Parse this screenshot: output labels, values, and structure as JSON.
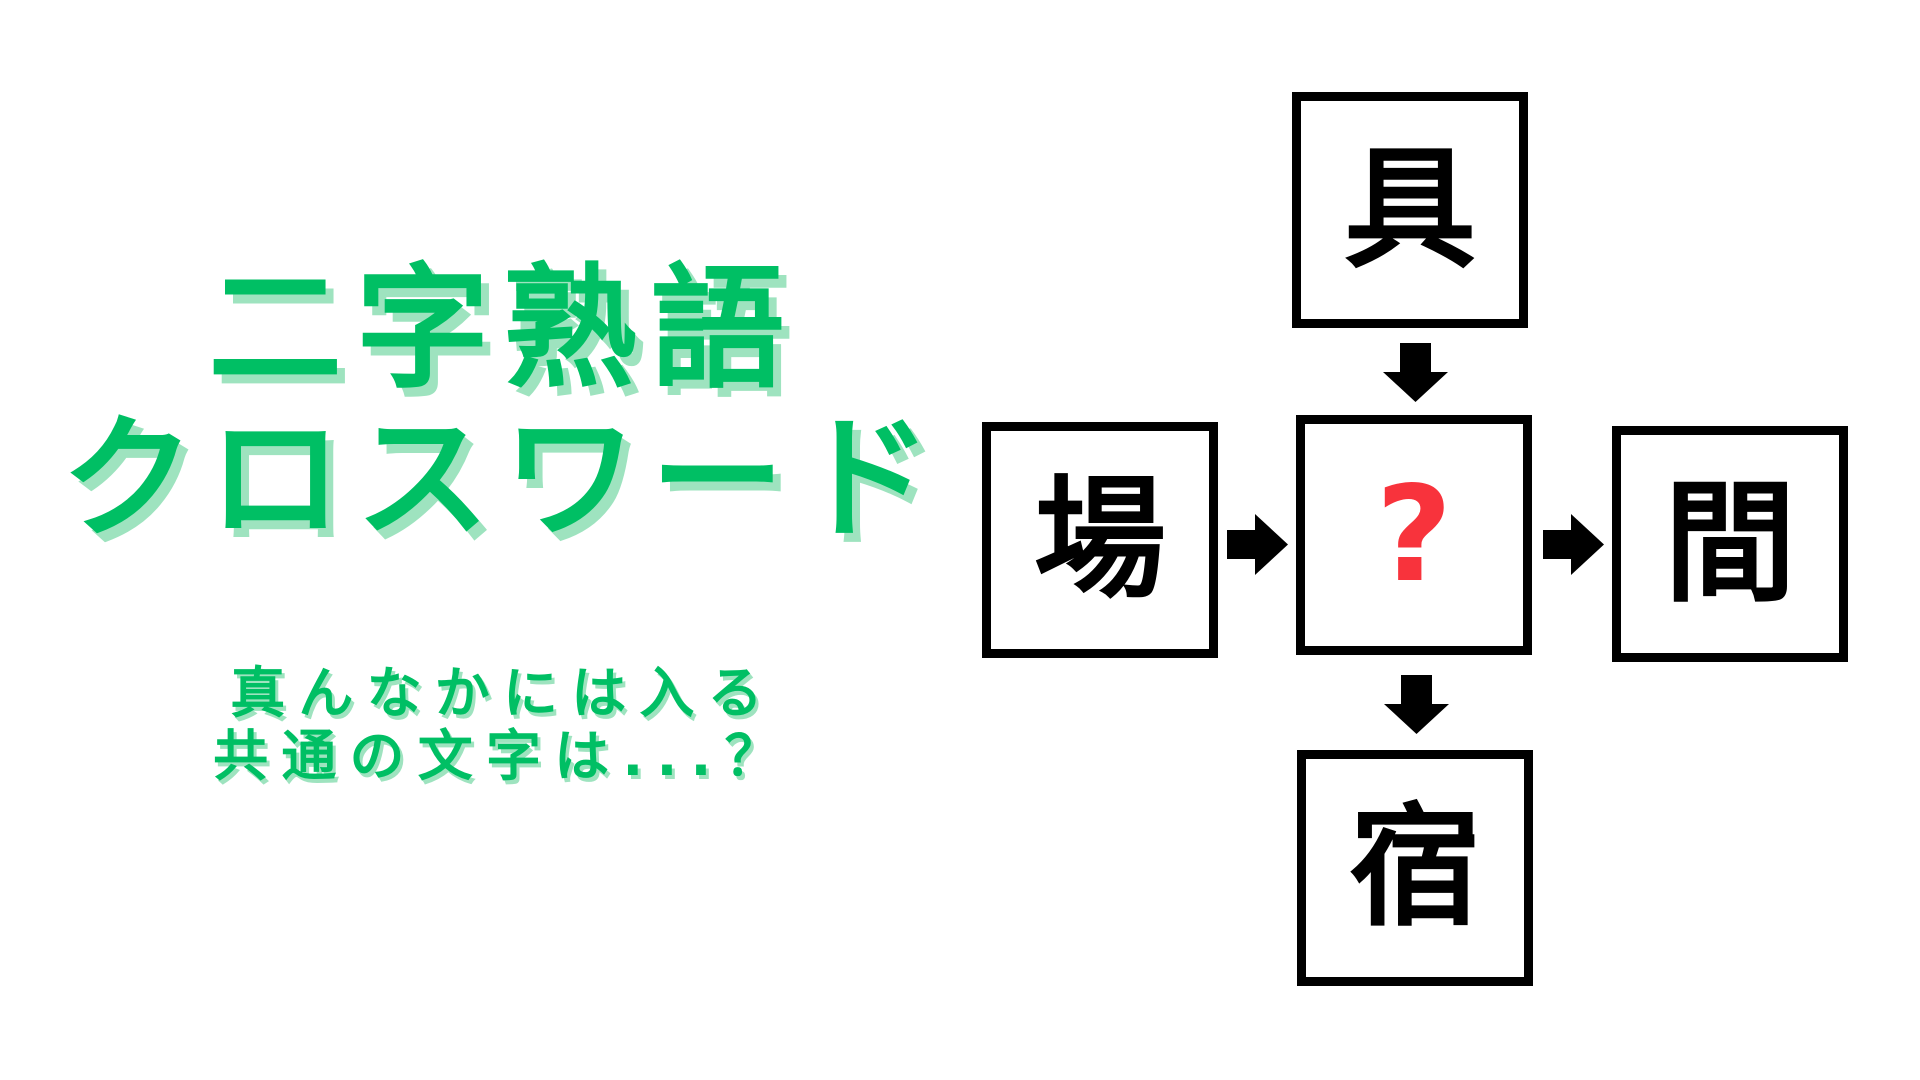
{
  "colors": {
    "background": "#ffffff",
    "green": "#00bf64",
    "green_light": "#9ee3bf",
    "ink": "#000000",
    "red": "#f8333c"
  },
  "title": {
    "line1": "二字熟語",
    "line2": "クロスワード"
  },
  "subtitle": {
    "line1": "真んなかには入る",
    "line2": "共通の文字は...？"
  },
  "puzzle": {
    "cells": {
      "top": "具",
      "left": "場",
      "center": "?",
      "right": "間",
      "bottom": "宿"
    },
    "arrows": [
      {
        "icon": "arrow-down-icon",
        "from": "top",
        "to": "center"
      },
      {
        "icon": "arrow-right-icon",
        "from": "left",
        "to": "center"
      },
      {
        "icon": "arrow-right-icon",
        "from": "center",
        "to": "right"
      },
      {
        "icon": "arrow-down-icon",
        "from": "center",
        "to": "bottom"
      }
    ]
  }
}
